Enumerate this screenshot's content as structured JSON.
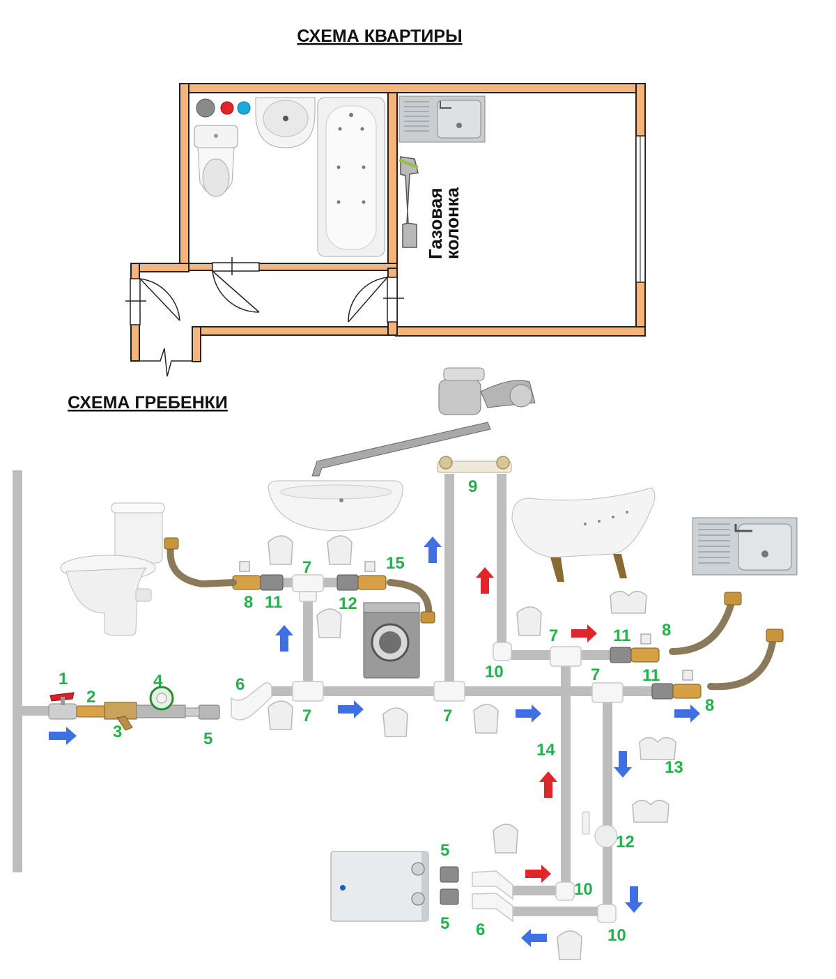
{
  "titles": {
    "apartment": "СХЕМА    КВАРТИРЫ",
    "manifold": "СХЕМА   ГРЕБЕНКИ"
  },
  "plan": {
    "gas_heater_line1": "Газовая",
    "gas_heater_line2": "колонка"
  },
  "labels": {
    "n1": "1",
    "n2": "2",
    "n3": "3",
    "n4": "4",
    "n5a": "5",
    "n6a": "6",
    "n7a": "7",
    "n7b": "7",
    "n7c": "7",
    "n7d": "7",
    "n7e": "7",
    "n8a": "8",
    "n11a": "11",
    "n12a": "12",
    "n15": "15",
    "n9": "9",
    "n10a": "10",
    "n11b": "11",
    "n8b": "8",
    "n11c": "11",
    "n8c": "8",
    "n14": "14",
    "n13": "13",
    "n12b": "12",
    "n5b": "5",
    "n5c": "5",
    "n6b": "6",
    "n10b": "10",
    "n10c": "10"
  },
  "colors": {
    "wall": "#f5b47a",
    "pipe": "#bdbdbd",
    "label": "#22b24c",
    "arrow_cold": "#3f6fe0",
    "arrow_hot": "#e0262a"
  }
}
